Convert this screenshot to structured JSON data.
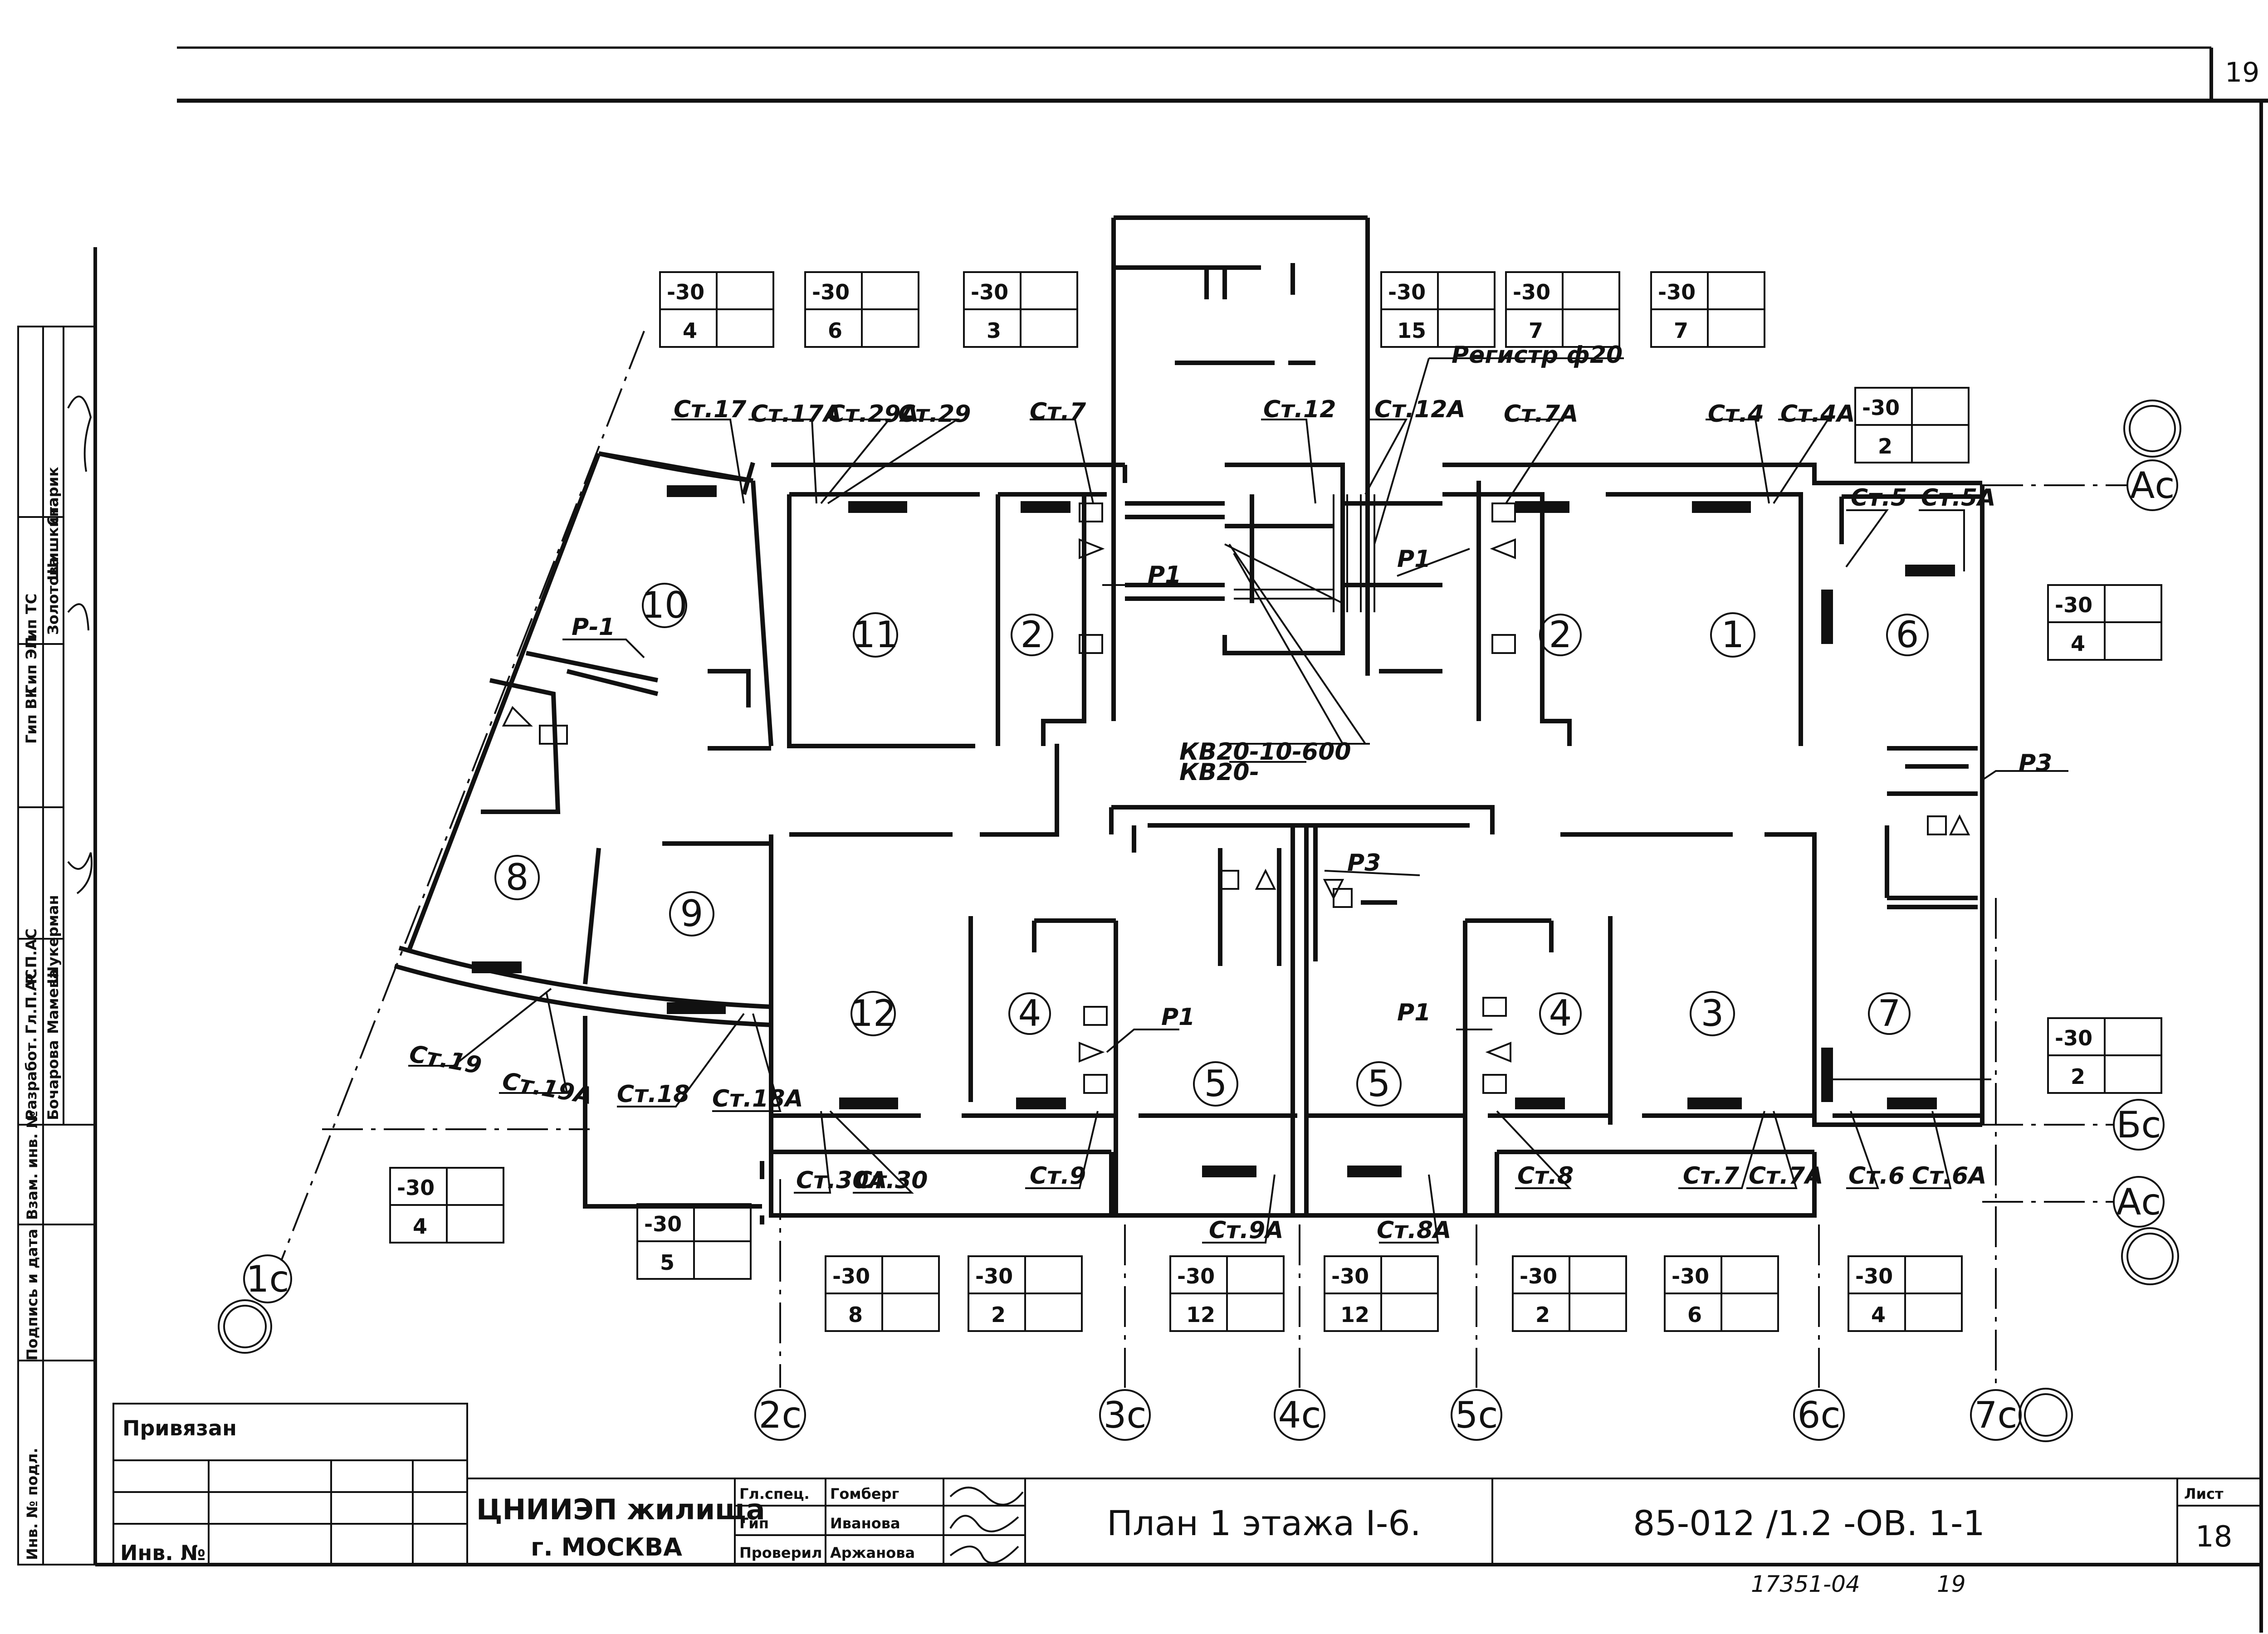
{
  "sheet_corner_number": "19",
  "main_stamp": {
    "org_name": "ЦНИИЭП жилища",
    "org_city": "г. МОСКВА",
    "roles": [
      "Гл.спец.",
      "Гип",
      "Проверил"
    ],
    "names": [
      "Гомберг",
      "Иванова",
      "Аржанова"
    ],
    "title": "План 1 этажа  I-6.",
    "code": "85-012 /1.2 -ОВ.  1-1",
    "sheet_label": "Лист",
    "sheet_number": "18",
    "below_code": "17351-04",
    "below_page": "19"
  },
  "attach_block": {
    "title": "Привязан",
    "inv": "Инв. №"
  },
  "left_strip": {
    "fields": [
      "Инв. № подл.",
      "Подпись и дата",
      "Взам. инв. №"
    ],
    "roles": [
      "Разработ.",
      "Гл.П.АС",
      "Р.П.АС",
      "Гип ВК",
      "Гип ЭЛ",
      "Гип ТС"
    ],
    "names": [
      "Бочарова",
      "Мамева",
      "Шукерман",
      "Золотова",
      "Шишкина",
      "Старик"
    ]
  },
  "rooms": [
    "10",
    "11",
    "2",
    "2",
    "1",
    "6",
    "8",
    "9",
    "12",
    "4",
    "5",
    "5",
    "4",
    "3",
    "7"
  ],
  "risers": [
    "Ст.17",
    "Ст.17А",
    "Ст.29А",
    "Ст.29",
    "Ст.7",
    "Ст.12",
    "Ст.12А",
    "Ст.7А",
    "Ст.4",
    "Ст.4А",
    "Ст.5",
    "Ст.5А",
    "Ст.19",
    "Ст.19А",
    "Ст.18",
    "Ст.18А",
    "Ст.30А",
    "Ст.30",
    "Ст.9",
    "Ст.9А",
    "Ст.8А",
    "Ст.8",
    "Ст.7",
    "Ст.7А",
    "Ст.6",
    "Ст.6А"
  ],
  "leaders": {
    "register": "Регистр ф20",
    "kv_1": "КВ20-10-600",
    "kv_2": "КВ20-",
    "valves": [
      "Р1",
      "Р1",
      "Р-1",
      "Р1",
      "Р1",
      "Р3",
      "Р3"
    ]
  },
  "axes": [
    "1с",
    "2с",
    "3с",
    "4с",
    "5с",
    "6с",
    "7с",
    "Ас",
    "Бс",
    "Ас"
  ],
  "temp_tables": [
    {
      "temp": "-30",
      "count": "4"
    },
    {
      "temp": "-30",
      "count": "6"
    },
    {
      "temp": "-30",
      "count": "3"
    },
    {
      "temp": "-30",
      "count": "15"
    },
    {
      "temp": "-30",
      "count": "7"
    },
    {
      "temp": "-30",
      "count": "7"
    },
    {
      "temp": "-30",
      "count": "2"
    },
    {
      "temp": "-30",
      "count": "4"
    },
    {
      "temp": "-30",
      "count": "2"
    },
    {
      "temp": "-30",
      "count": "4"
    },
    {
      "temp": "-30",
      "count": "5"
    },
    {
      "temp": "-30",
      "count": "8"
    },
    {
      "temp": "-30",
      "count": "2"
    },
    {
      "temp": "-30",
      "count": "12"
    },
    {
      "temp": "-30",
      "count": "12"
    },
    {
      "temp": "-30",
      "count": "2"
    },
    {
      "temp": "-30",
      "count": "6"
    },
    {
      "temp": "-30",
      "count": "4"
    }
  ]
}
